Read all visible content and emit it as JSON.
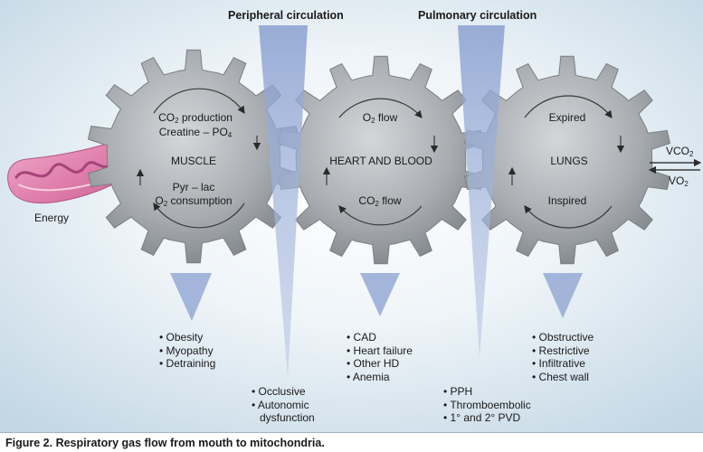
{
  "headers": {
    "peripheral": "Peripheral circulation",
    "pulmonary": "Pulmonary circulation"
  },
  "muscle": {
    "line1_pre": "CO",
    "line1_sub": "2",
    "line1_post": " production",
    "line2_pre": "Creatine – PO",
    "line2_sub": "4",
    "name": "MUSCLE",
    "line3": "Pyr – lac",
    "line4_pre": "O",
    "line4_sub": "2",
    "line4_post": " consumption"
  },
  "heart": {
    "top_pre": "O",
    "top_sub": "2",
    "top_post": " flow",
    "name": "HEART AND BLOOD",
    "bottom_pre": "CO",
    "bottom_sub": "2",
    "bottom_post": " flow"
  },
  "lungs": {
    "top": "Expired",
    "name": "LUNGS",
    "bottom": "Inspired"
  },
  "gas": {
    "vco2_pre": "VCO",
    "vco2_sub": "2",
    "vo2_pre": "VO",
    "vo2_sub": "2"
  },
  "energy": "Energy",
  "lists": {
    "muscle": [
      "Obesity",
      "Myopathy",
      "Detraining"
    ],
    "heart": [
      "CAD",
      "Heart failure",
      "Other HD",
      "Anemia"
    ],
    "lungs": [
      "Obstructive",
      "Restrictive",
      "Infiltrative",
      "Chest wall"
    ],
    "peripheral": [
      "Occlusive",
      "Autonomic",
      "dysfunction"
    ],
    "pulmonary": [
      "PPH",
      "Thromboembolic",
      "1° and 2° PVD"
    ]
  },
  "caption": "Figure 2. Respiratory gas flow from mouth to mitochondria.",
  "colors": {
    "gear": "#9a9ea3",
    "wedge": "#9aaed6",
    "mitochondria": "#e27fae"
  }
}
